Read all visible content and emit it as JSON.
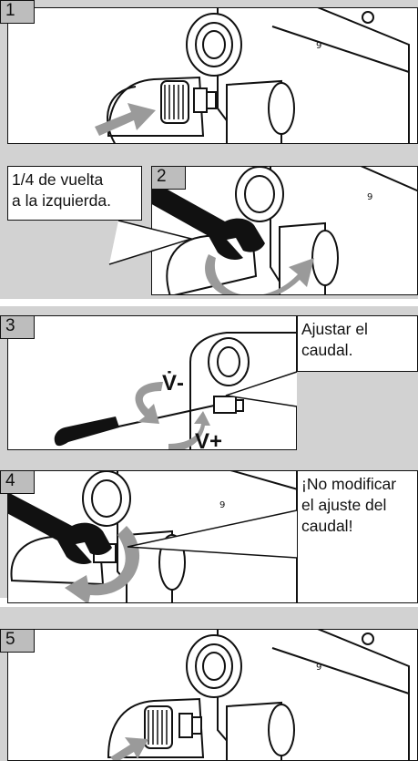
{
  "steps": [
    {
      "number": "1"
    },
    {
      "number": "2",
      "callout": [
        "1/4 de vuelta",
        "a la izquierda."
      ]
    },
    {
      "number": "3",
      "callout": [
        "Ajustar el",
        "caudal."
      ],
      "flow_minus": "V̇-",
      "flow_plus": "V+"
    },
    {
      "number": "4",
      "callout": [
        "¡No modificar",
        "el ajuste del",
        "caudal!"
      ]
    },
    {
      "number": "5"
    }
  ],
  "colors": {
    "band": "#d2d2d2",
    "number_box": "#bdbdbd",
    "arrow": "#9a9a9a",
    "outline": "#111111"
  }
}
